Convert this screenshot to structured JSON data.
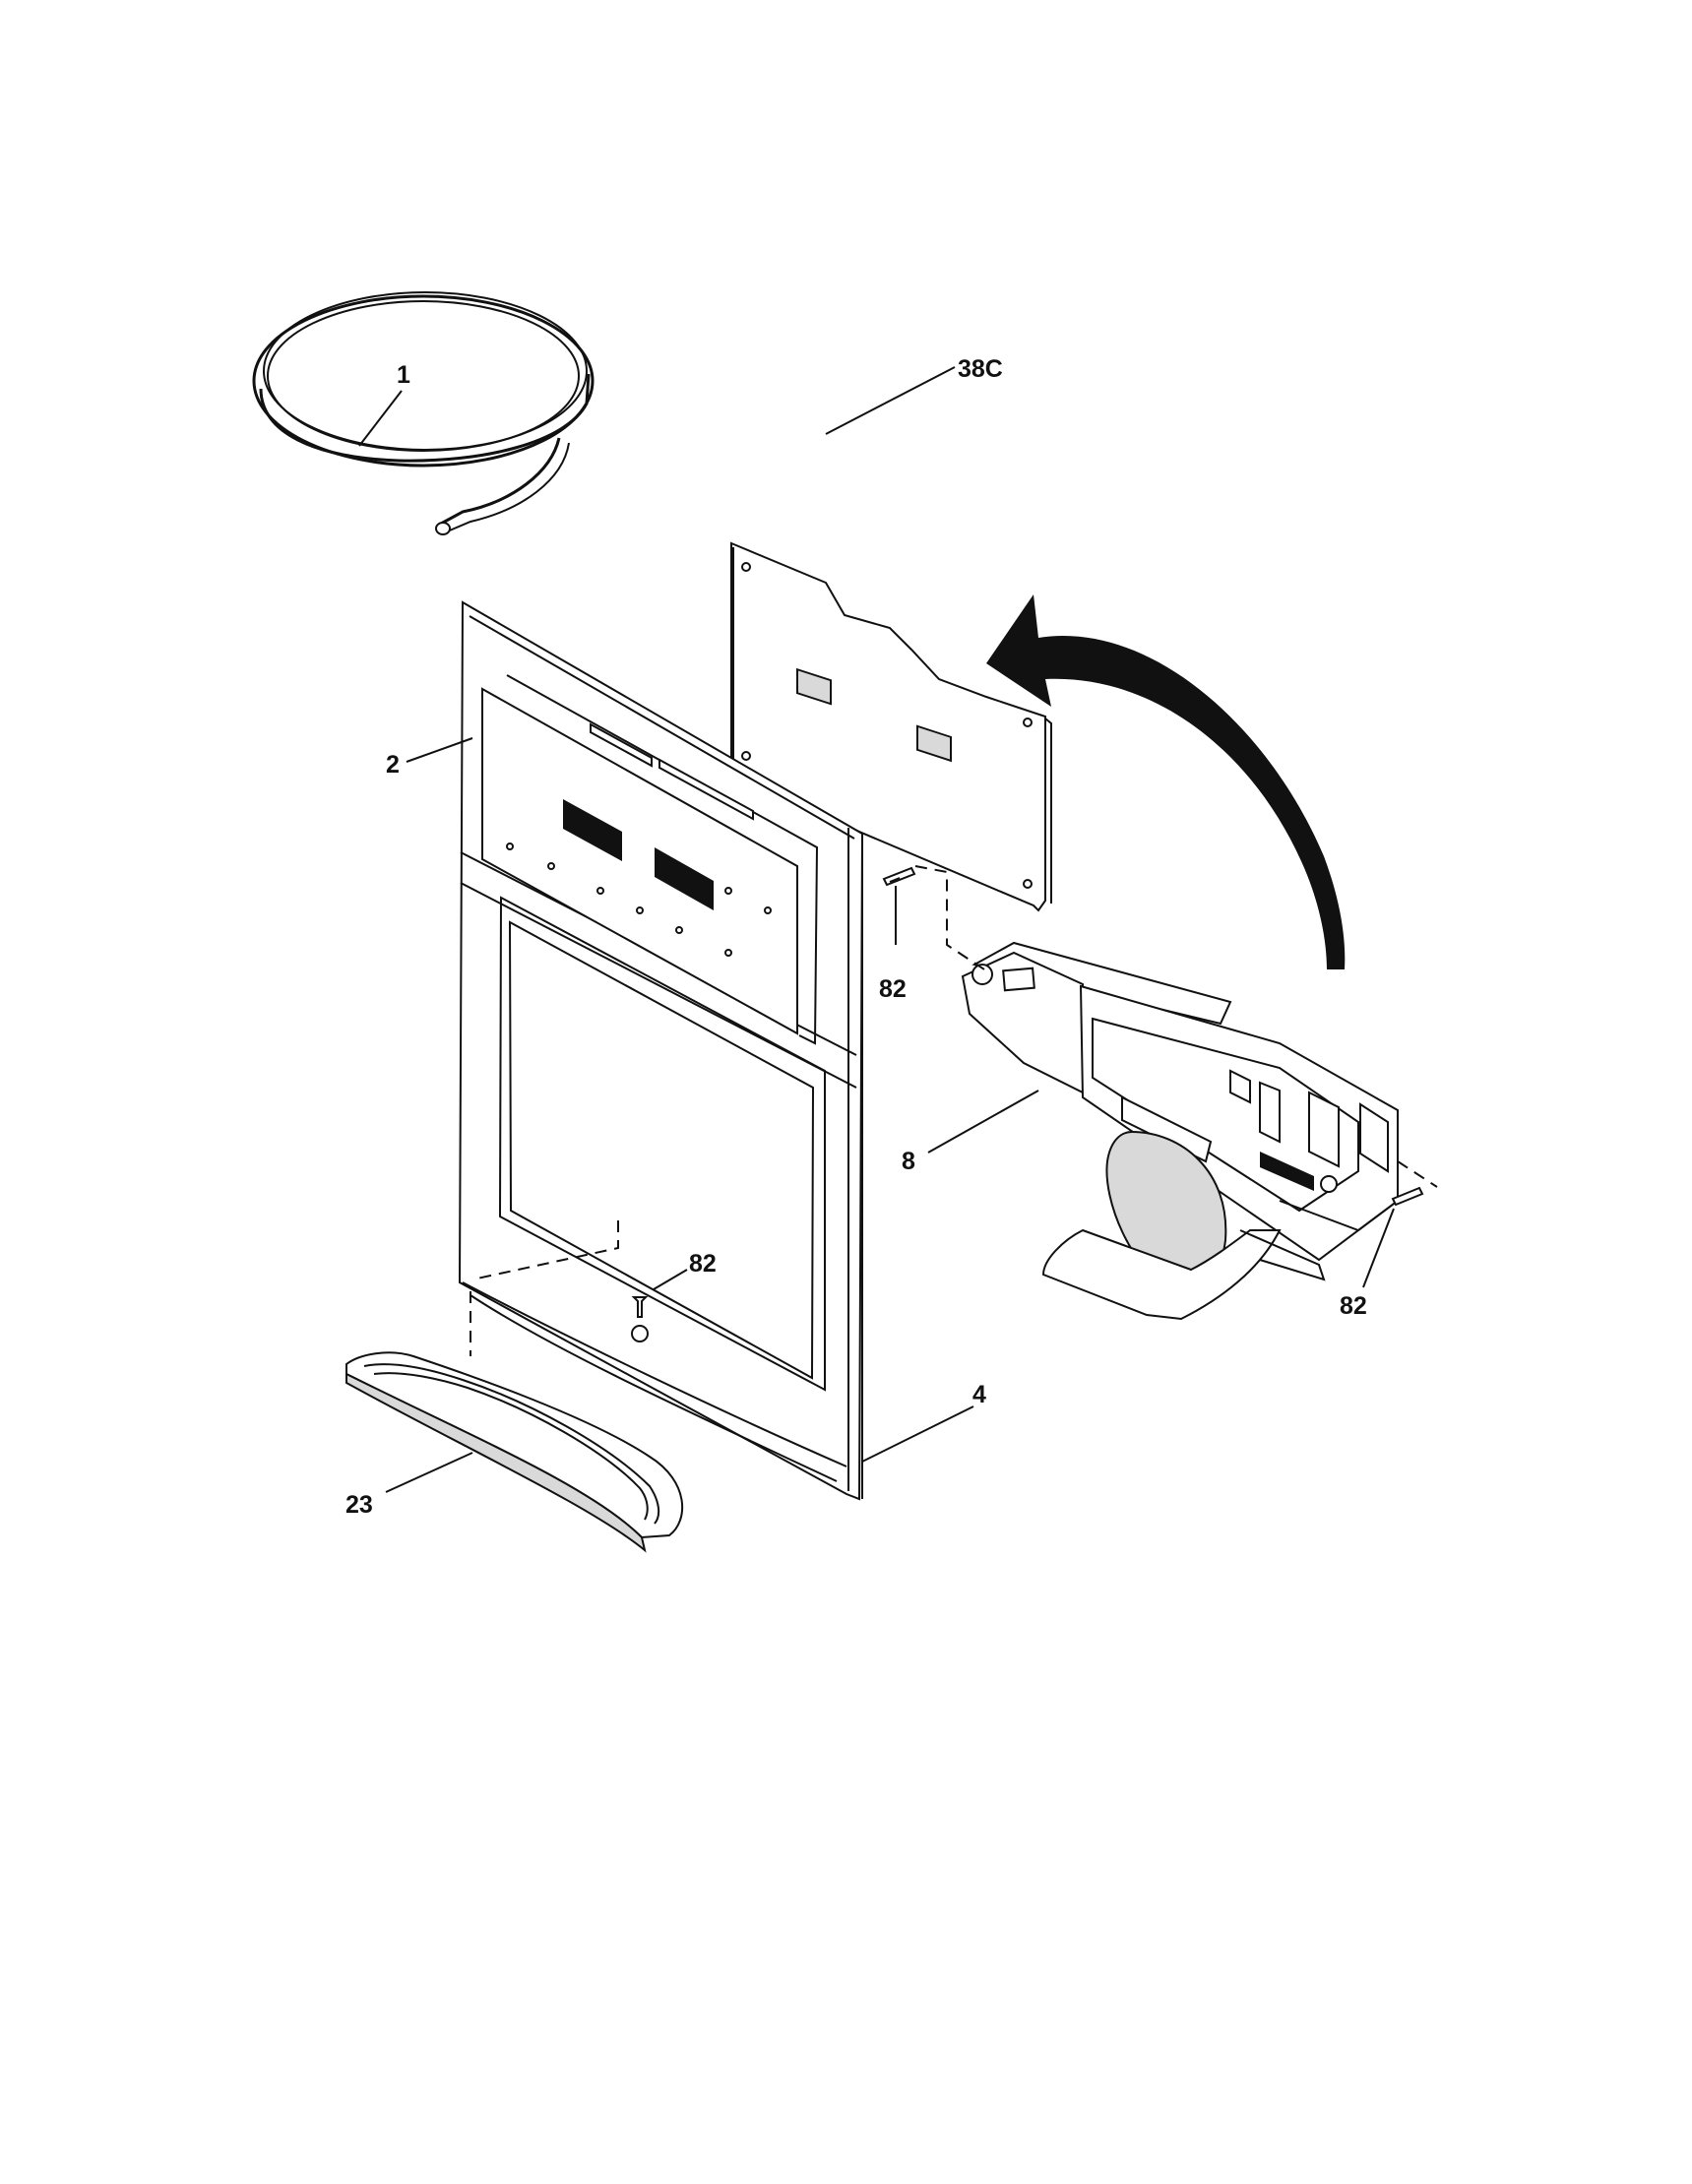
{
  "diagram": {
    "callouts": {
      "part_1": "1",
      "part_38c": "38C",
      "part_2": "2",
      "part_82_top": "82",
      "part_8": "8",
      "part_82_right": "82",
      "part_82_bottom": "82",
      "part_4": "4",
      "part_23": "23"
    },
    "colors": {
      "ink": "#111111",
      "shade": "#d9d9d9",
      "background": "#ffffff"
    }
  }
}
